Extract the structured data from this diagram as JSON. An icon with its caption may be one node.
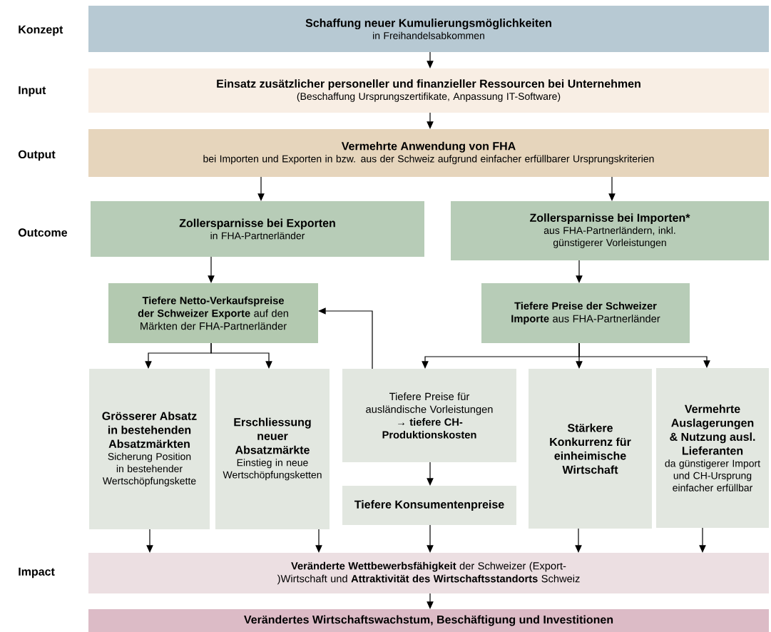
{
  "diagram": {
    "nodes": [
      {
        "text": [
          "Schaffung neuer Kumulierungsmöglichkeiten",
          "in Freihandelsabkommen"
        ]
      },
      {
        "text": [
          "Einsatz zusätzlicher personeller und finanzieller Ressourcen bei Unternehmen",
          "(Beschaffung Ursprungszertifikate, Anpassung IT-Software)"
        ]
      },
      {
        "text": [
          "Vermehrte Anwendung von FHA",
          "bei Importen und Exporten in bzw. aus der Schweiz aufgrund einfacher erfüllbarer Ursprungskriterien"
        ]
      },
      {
        "text": [
          "Zollersparnisse bei Exporten",
          "in FHA-Partnerländer"
        ]
      },
      {
        "text": [
          "Zollersparnisse bei Importen*",
          "aus FHA-Partnerländern, inkl. günstigerer Vorleistungen"
        ]
      },
      {
        "text": [
          "**Tiefere Netto-Verkaufspreise der Schweizer Exporte** auf den Märkten der FHA-Partnerländer"
        ]
      },
      {
        "text": [
          "**Tiefere Preise der Schweizer Importe** aus FHA-Partnerländer"
        ]
      },
      {
        "text": [
          "Grösserer Absatz in bestehenden Absatzmärkten",
          "Sicherung Position in bestehender Wertschöpfungskette"
        ]
      },
      {
        "text": [
          "Erschliessung neuer Absatzmärkte",
          "Einstieg in neue Wertschöpfungsketten"
        ]
      },
      {
        "text": [
          "Tiefere Preise für ausländische Vorleistungen **→ tiefere CH-Produktionskosten**"
        ]
      },
      {
        "text": [
          "Tiefere Konsumentenpreise"
        ]
      },
      {
        "text": [
          "Stärkere Konkurrenz für einheimische Wirtschaft"
        ]
      },
      {
        "text": [
          "Vermehrte Auslagerungen & Nutzung ausl. Lieferanten",
          "da günstigerer Import und CH-Ursprung einfacher erfüllbar"
        ]
      },
      {
        "text": [
          "**Veränderte Wettbewerbsfähigkeit** der Schweizer (Export-)Wirtschaft und **Attraktivität des Wirtschaftsstandorts** Schweiz"
        ]
      },
      {
        "text": [
          "Verändertes Wirtschaftswachstum, Beschäftigung und Investitionen"
        ]
      }
    ],
    "edges": [
      {
        "from": 0,
        "to": 1,
        "arrow": "to"
      },
      {
        "from": 1,
        "to": 2,
        "arrow": "to"
      },
      {
        "from": 2,
        "to": 3,
        "arrow": "to"
      },
      {
        "from": 2,
        "to": 4,
        "arrow": "to"
      },
      {
        "from": 3,
        "to": 5,
        "arrow": "to"
      },
      {
        "from": 4,
        "to": 6,
        "arrow": "to"
      },
      {
        "from": 5,
        "to": 7,
        "arrow": "to"
      },
      {
        "from": 5,
        "to": 8,
        "arrow": "to"
      },
      {
        "from": 6,
        "to": 9,
        "arrow": "to"
      },
      {
        "from": 6,
        "to": 11,
        "arrow": "to"
      },
      {
        "from": 6,
        "to": 12,
        "arrow": "to"
      },
      {
        "from": 9,
        "to": 5,
        "arrow": "to"
      },
      {
        "from": 9,
        "to": 10,
        "arrow": "to"
      },
      {
        "from": 7,
        "to": 13,
        "arrow": "to"
      },
      {
        "from": 8,
        "to": 13,
        "arrow": "to"
      },
      {
        "from": 10,
        "to": 13,
        "arrow": "to"
      },
      {
        "from": 11,
        "to": 13,
        "arrow": "to"
      },
      {
        "from": 12,
        "to": 13,
        "arrow": "to"
      },
      {
        "from": 13,
        "to": 14,
        "arrow": "to"
      }
    ],
    "labels": [
      "Konzept",
      "Input",
      "Output",
      "Outcome",
      "Impact"
    ]
  }
}
